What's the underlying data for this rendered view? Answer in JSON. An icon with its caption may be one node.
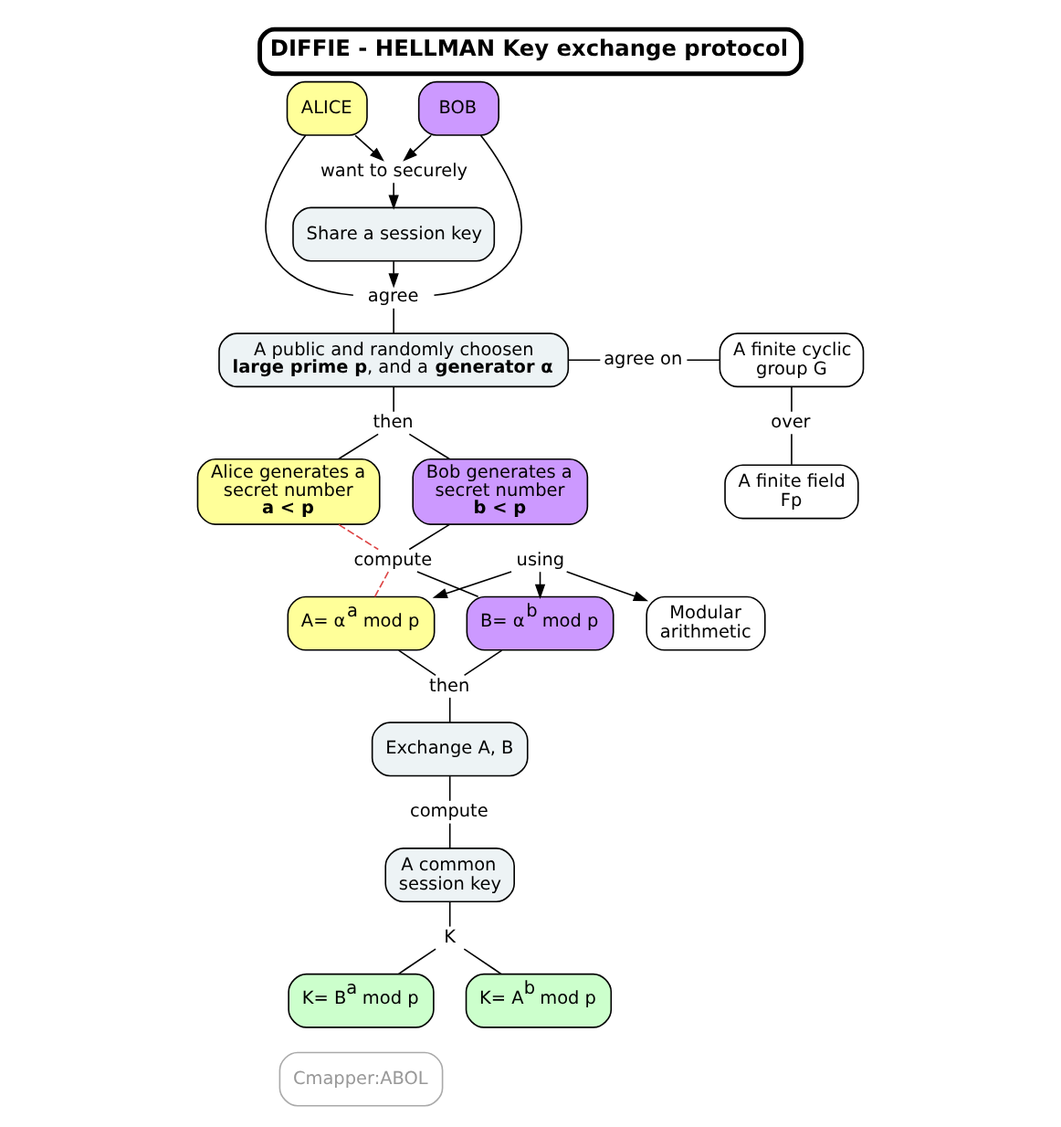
{
  "diagram": {
    "title": "DIFFIE - HELLMAN Key exchange protocol",
    "nodes": [
      {
        "text": [
          "ALICE"
        ]
      },
      {
        "text": [
          "want to securely"
        ]
      },
      {
        "text": [
          "BOB"
        ]
      },
      {
        "text": [
          "Share a session key"
        ]
      },
      {
        "text": [
          "agree"
        ]
      },
      {
        "text": [
          "A public and randomly choosen **large prime p**, and a **generator α**"
        ]
      },
      {
        "text": [
          "agree on"
        ]
      },
      {
        "text": [
          "A finite cyclic group G"
        ]
      },
      {
        "text": [
          "over"
        ]
      },
      {
        "text": [
          "A finite field Fp"
        ]
      },
      {
        "text": [
          "Alice generates a secret number **a < p**"
        ]
      },
      {
        "text": [
          "then"
        ]
      },
      {
        "text": [
          "Bob generates a secret number **b < p**"
        ]
      },
      {
        "text": [
          "compute"
        ]
      },
      {
        "text": [
          "A= α$^{a}$ mod p"
        ]
      },
      {
        "text": [
          "B= α$^{b}$ mod p"
        ]
      },
      {
        "text": [
          "then"
        ]
      },
      {
        "text": [
          "Modular arithmetic"
        ]
      },
      {
        "text": [
          "using"
        ]
      },
      {
        "text": [
          "Exchange A, B"
        ]
      },
      {
        "text": [
          "compute"
        ]
      },
      {
        "text": [
          "A common session key"
        ]
      },
      {
        "text": [
          "K"
        ]
      },
      {
        "text": [
          "K= B$^{a}$ mod p"
        ]
      },
      {
        "text": [
          "K= A$^{b}$ mod p"
        ]
      },
      {
        "text": [
          "Cmapper:ABOL"
        ]
      }
    ],
    "edges": [
      {
        "from": 0,
        "to": 1,
        "arrow": "to"
      },
      {
        "from": 2,
        "to": 1,
        "arrow": "to"
      },
      {
        "from": 1,
        "to": 3,
        "arrow": "to"
      },
      {
        "from": 0,
        "to": 4,
        "arrow": "none"
      },
      {
        "from": 2,
        "to": 4,
        "arrow": "none"
      },
      {
        "from": 3,
        "to": 4,
        "arrow": "to"
      },
      {
        "from": 4,
        "to": 5,
        "arrow": "none"
      },
      {
        "from": 5,
        "to": 6,
        "arrow": "none"
      },
      {
        "from": 6,
        "to": 7,
        "arrow": "none"
      },
      {
        "from": 7,
        "to": 8,
        "arrow": "none"
      },
      {
        "from": 8,
        "to": 9,
        "arrow": "none"
      },
      {
        "from": 5,
        "to": 11,
        "arrow": "none"
      },
      {
        "from": 11,
        "to": 10,
        "arrow": "none"
      },
      {
        "from": 11,
        "to": 12,
        "arrow": "none"
      },
      {
        "from": 10,
        "to": 13,
        "arrow": "none",
        "style": "dashed",
        "color": "#dd4444"
      },
      {
        "from": 12,
        "to": 13,
        "arrow": "none"
      },
      {
        "from": 13,
        "to": 14,
        "arrow": "none",
        "style": "dashed",
        "color": "#dd4444"
      },
      {
        "from": 13,
        "to": 15,
        "arrow": "none"
      },
      {
        "from": 14,
        "to": 16,
        "arrow": "none"
      },
      {
        "from": 15,
        "to": 16,
        "arrow": "none"
      },
      {
        "from": 16,
        "to": 19,
        "arrow": "none"
      },
      {
        "from": 18,
        "to": 17,
        "arrow": "to"
      },
      {
        "from": 18,
        "to": 14,
        "arrow": "to"
      },
      {
        "from": 18,
        "to": 15,
        "arrow": "to"
      },
      {
        "from": 19,
        "to": 20,
        "arrow": "none"
      },
      {
        "from": 20,
        "to": 21,
        "arrow": "none"
      },
      {
        "from": 21,
        "to": 22,
        "arrow": "none"
      },
      {
        "from": 22,
        "to": 23,
        "arrow": "none"
      },
      {
        "from": 22,
        "to": 24,
        "arrow": "none"
      }
    ]
  }
}
